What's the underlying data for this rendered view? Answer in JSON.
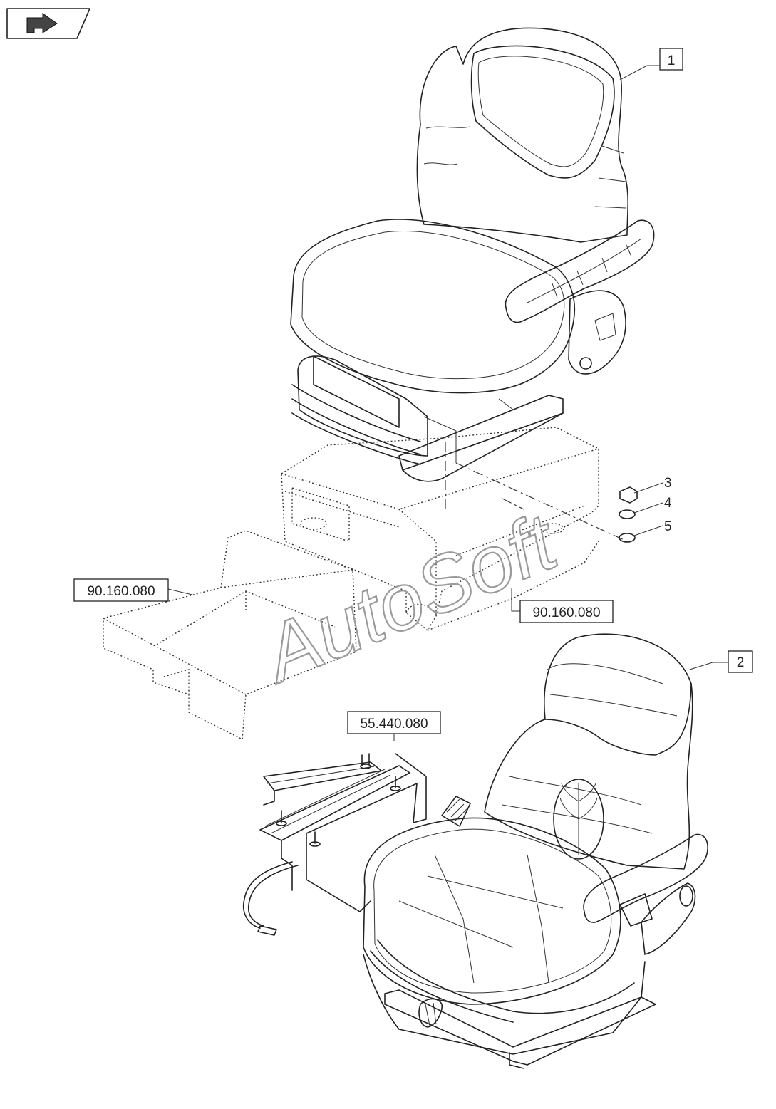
{
  "callouts": {
    "item_1": "1",
    "item_2": "2",
    "item_3": "3",
    "item_4": "4",
    "item_5": "5",
    "ref_box_left": "90.160.080",
    "ref_box_right": "90.160.080",
    "ref_rails": "55.440.080"
  },
  "watermark": "AutoSoft",
  "nav_icon": "return-arrow-icon",
  "colors": {
    "line": "#222222",
    "background": "#ffffff",
    "watermark": "#9a9a9a"
  }
}
